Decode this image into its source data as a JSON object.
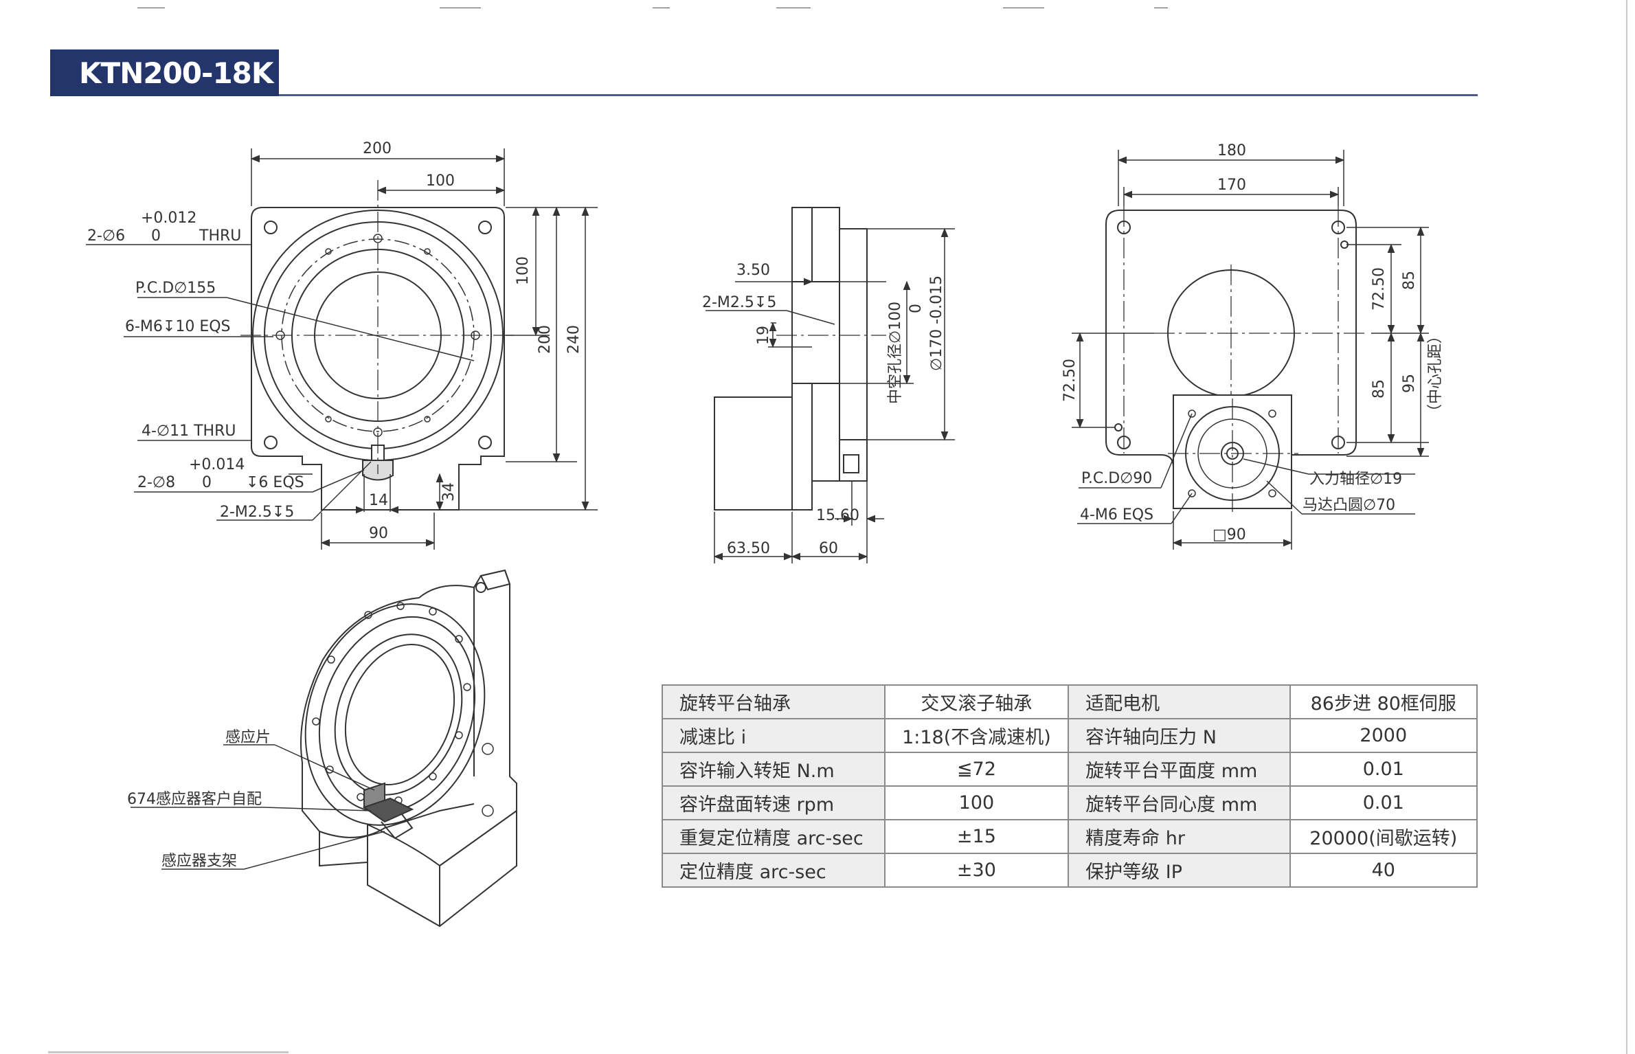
{
  "header": {
    "model": "KTN200-18K"
  },
  "front_view": {
    "dim_200": "200",
    "dim_100": "100",
    "tol_top_1": "+0.012",
    "hole_2x6": "2-∅6",
    "tol_zero_1": "0",
    "thru_1": "THRU",
    "pcd_155": "P.C.D∅155",
    "m6": "6-M6↧10 EQS",
    "dim_100v": "100",
    "dim_200v": "200",
    "dim_240": "240",
    "hole_4x11": "4-∅11 THRU",
    "tol_top_2": "+0.014",
    "hole_2x8": "2-∅8",
    "tol_zero_2": "0",
    "depth_6": "↧6 EQS",
    "m25": "2-M2.5↧5",
    "dim_14": "14",
    "dim_34": "34",
    "dim_90": "90"
  },
  "side_view": {
    "dim_350": "3.50",
    "m25": "2-M2.5↧5",
    "dim_19": "19",
    "hollow": "中空孔径∅100",
    "tol_zero": "0",
    "phi170": "∅170 -0.015",
    "dim_1560": "15.60",
    "dim_6350": "63.50",
    "dim_60": "60"
  },
  "motor_view": {
    "dim_180": "180",
    "dim_170": "170",
    "dim_7250a": "72.50",
    "dim_85a": "85",
    "dim_85b": "85",
    "dim_95": "95",
    "center_dist": "（中心孔距）",
    "dim_7250b": "72.50",
    "pcd_90": "P.C.D∅90",
    "m6": "4-M6 EQS",
    "input_shaft": "入力轴径∅19",
    "motor_boss": "马达凸圆∅70",
    "sq_90": "□90"
  },
  "iso_view": {
    "sensor_plate": "感应片",
    "sensor_674": "674感应器客户自配",
    "sensor_bracket": "感应器支架"
  },
  "spec_table": [
    [
      "旋转平台轴承",
      "交叉滚子轴承",
      "适配电机",
      "86步进 80框伺服"
    ],
    [
      "减速比 i",
      "1:18(不含减速机)",
      "容许轴向压力 N",
      "2000"
    ],
    [
      "容许输入转矩 N.m",
      "≦72",
      "旋转平台平面度 mm",
      "0.01"
    ],
    [
      "容许盘面转速 rpm",
      "100",
      "旋转平台同心度 mm",
      "0.01"
    ],
    [
      "重复定位精度 arc-sec",
      "±15",
      "精度寿命 hr",
      "20000(间歇运转)"
    ],
    [
      "定位精度 arc-sec",
      "±30",
      "保护等级 IP",
      "40"
    ]
  ]
}
